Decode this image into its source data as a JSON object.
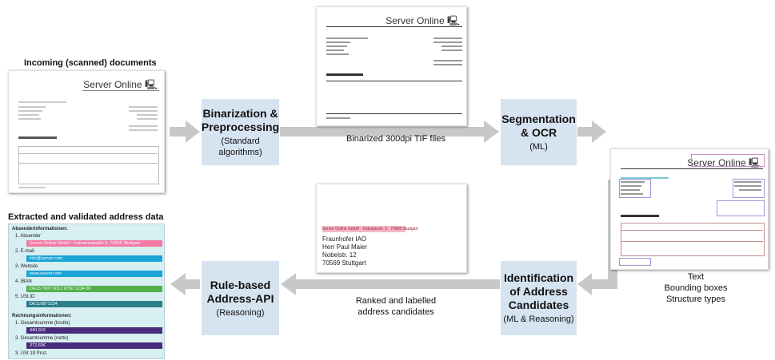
{
  "headings": {
    "incoming": "Incoming (scanned) documents",
    "extracted": "Extracted and validated address data"
  },
  "boxes": {
    "binarization": {
      "title_1": "Binarization &",
      "title_2": "Preprocessing",
      "sub": "(Standard algorithms)"
    },
    "segmentation": {
      "title_1": "Segmentation",
      "title_2": "& OCR",
      "sub": "(ML)"
    },
    "identification": {
      "title_1": "Identification",
      "title_2": "of Address",
      "title_3": "Candidates",
      "sub": "(ML & Reasoning)"
    },
    "address_api": {
      "title_1": "Rule-based",
      "title_2": "Address-API",
      "sub": "(Reasoning)"
    }
  },
  "captions": {
    "binarized": "Binarized 300dpi TIF files",
    "ranked_1": "Ranked and labelled",
    "ranked_2": "address candidates",
    "ocr_1": "Text",
    "ocr_2": "Bounding boxes",
    "ocr_3": "Structure types"
  },
  "doc_logo": "Server Online 🖳",
  "address_doc": {
    "sender_line": "Server Online GmbH · Industriestr. 3 · 70565 Stuttgart",
    "lines": [
      "Fraunhofer IAO",
      "Herr Paul Maier",
      "Nobelstr. 12",
      "70569 Stuttgart"
    ]
  },
  "panel": {
    "section_1": "Absenderinformationen:",
    "items": [
      {
        "label": "1. Absender",
        "value": "Server Online GmbH · Industriestraße 3, 70565 Stuttgart",
        "color": "#f27aa3"
      },
      {
        "label": "2. E-mail",
        "value": "info@server.com",
        "color": "#1aa3d6"
      },
      {
        "label": "3. Website",
        "value": "www.server.com",
        "color": "#1aa3d6"
      },
      {
        "label": "4. IBAN",
        "value": "DE23 7607 0012 0750 1234 00",
        "color": "#52b04a"
      },
      {
        "label": "5. USt.ID",
        "value": "DE110871234",
        "color": "#2a7f8a"
      }
    ],
    "section_2": "Rechnungsinformationen:",
    "items_2": [
      {
        "label": "1. Gesamtsumme (brutto)",
        "value": "440,91€",
        "color": "#4a2a7a"
      },
      {
        "label": "2. Gesamtsumme (netto)",
        "value": "372,60€",
        "color": "#4a2a7a"
      },
      {
        "label": "3. USt 19 Proz.",
        "value": "",
        "color": "#4a2a7a"
      }
    ]
  },
  "colors": {
    "box": "#d6e3f0",
    "arrow": "#c8c8c8",
    "panel": "#d7eef3"
  }
}
